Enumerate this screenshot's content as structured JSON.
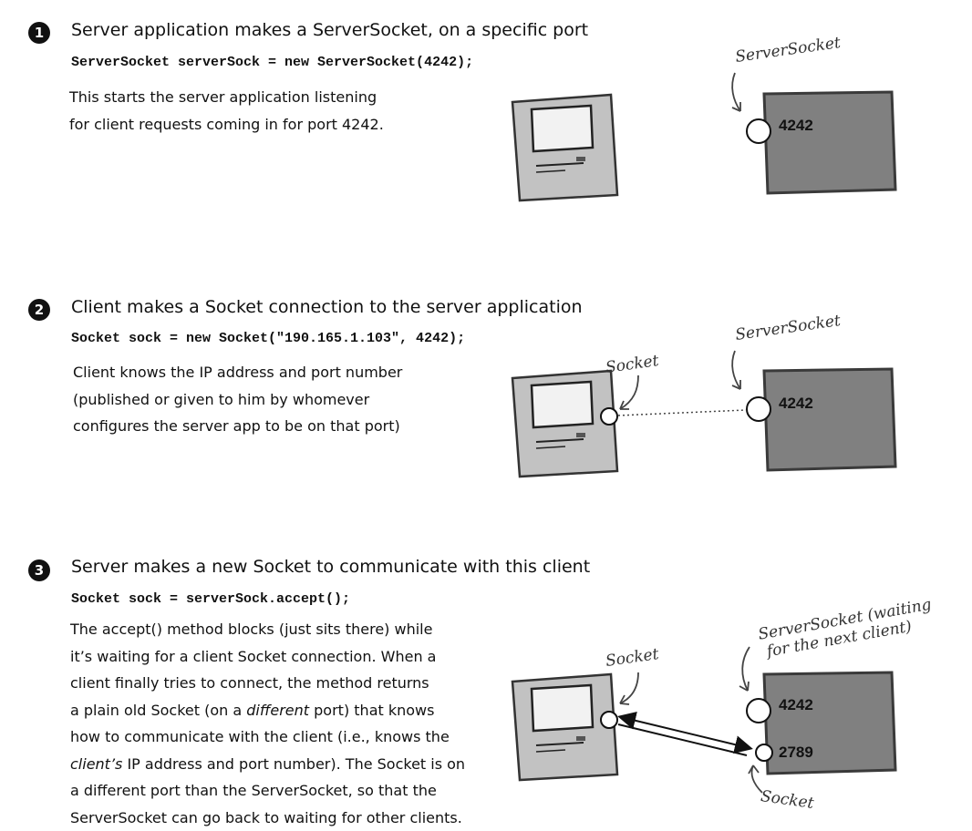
{
  "steps": [
    {
      "number": "1",
      "heading": "Server application makes a ServerSocket, on a specific port",
      "code": "ServerSocket serverSock = new ServerSocket(4242);",
      "description": [
        "This starts the server application listening",
        "for client requests coming in for port 4242."
      ],
      "labels": {
        "server_socket": "ServerSocket"
      },
      "ports": {
        "server": "4242"
      }
    },
    {
      "number": "2",
      "heading": "Client makes a Socket connection to the server application",
      "code": "Socket sock = new Socket(\"190.165.1.103\", 4242);",
      "description": [
        "Client knows the IP address and port number",
        "(published or given to him by whomever",
        "configures the server app to be on that port)"
      ],
      "labels": {
        "server_socket": "ServerSocket",
        "client_socket": "Socket"
      },
      "ports": {
        "server": "4242"
      }
    },
    {
      "number": "3",
      "heading": "Server makes a new Socket to communicate with this client",
      "code": "Socket sock = serverSock.accept();",
      "description_parts": {
        "l1": "The accept() method blocks (just sits there) while",
        "l2": "it’s waiting for a client Socket connection. When a",
        "l3": "client finally tries to connect, the method returns",
        "l4a": "a plain old Socket (on a ",
        "l4b": "different",
        "l4c": " port) that knows",
        "l5": "how to communicate with the client (i.e., knows the",
        "l6a": "client’s",
        "l6b": " IP address and port number). The Socket is on",
        "l7": "a different port than the ServerSocket, so that the",
        "l8": "ServerSocket can go back to waiting for other clients."
      },
      "labels": {
        "server_socket_line1": "ServerSocket (waiting",
        "server_socket_line2": "for the next client)",
        "client_socket": "Socket",
        "server_new_socket": "Socket"
      },
      "ports": {
        "server": "4242",
        "new_socket": "2789"
      }
    }
  ],
  "colors": {
    "box_fill": "#7f7f7f",
    "box_edge": "#3a3a3a",
    "computer_fill": "#bdbdbd"
  }
}
